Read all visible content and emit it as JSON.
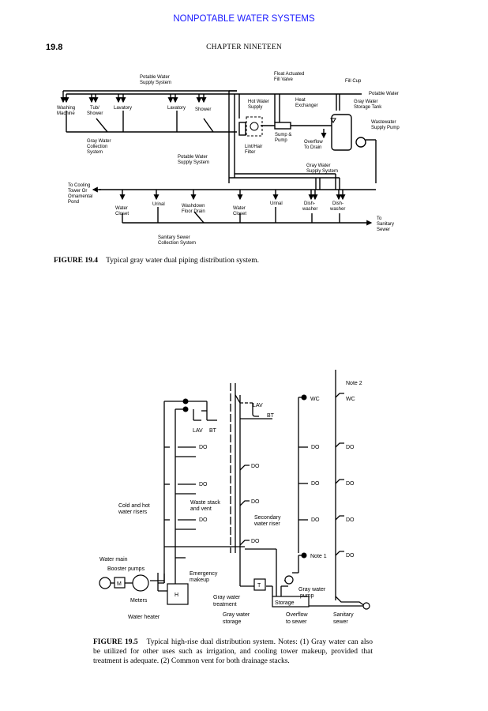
{
  "header": {
    "running_head": "NONPOTABLE WATER SYSTEMS",
    "page_number": "19.8",
    "chapter": "CHAPTER NINETEEN"
  },
  "figure_19_4": {
    "labels": {
      "potable_supply_top_1": "Potable Water",
      "potable_supply_top_2": "Supply System",
      "float_valve_1": "Float Actuated",
      "float_valve_2": "Fill Valve",
      "fill_cup": "Fill Cup",
      "potable_water": "Potable Water",
      "washing_machine_1": "Washing",
      "washing_machine_2": "Machine",
      "tub_shower_1": "Tub/",
      "tub_shower_2": "Shower",
      "lavatory_1": "Lavatory",
      "lavatory_2": "Lavatory",
      "shower": "Shower",
      "hot_water_1": "Hot Water",
      "hot_water_2": "Supply",
      "heat_exchanger_1": "Heat",
      "heat_exchanger_2": "Exchanger",
      "storage_tank_1": "Gray Water",
      "storage_tank_2": "Storage Tank",
      "wastewater_pump_1": "Wastewater",
      "wastewater_pump_2": "Supply Pump",
      "sump_pump_1": "Sump &",
      "sump_pump_2": "Pump",
      "overflow_1": "Overflow",
      "overflow_2": "To Drain",
      "lint_filter_1": "Lint/Hair",
      "lint_filter_2": "Filter",
      "gray_collection_1": "Gray Water",
      "gray_collection_2": "Collection",
      "gray_collection_3": "System",
      "potable_supply_mid_1": "Potable Water",
      "potable_supply_mid_2": "Supply System",
      "gray_supply_1": "Gray Water",
      "gray_supply_2": "Supply System",
      "cooling_tower_1": "To Cooling",
      "cooling_tower_2": "Tower Or",
      "cooling_tower_3": "Ornamental",
      "cooling_tower_4": "Pond",
      "water_closet_a_1": "Water",
      "water_closet_a_2": "Closet",
      "urinal_a": "Urinal",
      "floor_drain_1": "Washdown",
      "floor_drain_2": "Floor Drain",
      "water_closet_b_1": "Water",
      "water_closet_b_2": "Closet",
      "urinal_b": "Urinal",
      "dishwasher_a_1": "Dish-",
      "dishwasher_a_2": "washer",
      "dishwasher_b_1": "Dish-",
      "dishwasher_b_2": "washer",
      "sanitary_sewer_1": "To",
      "sanitary_sewer_2": "Sanitary",
      "sanitary_sewer_3": "Sewer",
      "sewer_collection_1": "Sanitary Sewer",
      "sewer_collection_2": "Collection System"
    },
    "caption_label": "FIGURE 19.4",
    "caption_text": "Typical gray water dual piping distribution system."
  },
  "figure_19_5": {
    "labels": {
      "note2": "Note 2",
      "lav_top": "LAV",
      "bt_top": "BT",
      "lav_left": "LAV",
      "bt_left": "BT",
      "wc_1": "WC",
      "wc_2": "WC",
      "do": "DO",
      "waste_stack_1": "Waste stack",
      "waste_stack_2": "and vent",
      "risers_1": "Cold and hot",
      "risers_2": "water risers",
      "secondary_riser_1": "Secondary",
      "secondary_riser_2": "water riser",
      "note1": "Note 1",
      "water_main": "Water main",
      "booster_pumps": "Booster pumps",
      "meter_box": "M",
      "meters": "Meters",
      "heater_box": "H",
      "water_heater": "Water heater",
      "emergency_1": "Emergency",
      "emergency_2": "makeup",
      "treatment_box": "T",
      "treatment_1": "Gray water",
      "treatment_2": "treatment",
      "storage_box": "Storage",
      "storage_1": "Gray water",
      "storage_2": "storage",
      "gw_pump_1": "Gray water",
      "gw_pump_2": "pump",
      "overflow_1": "Overflow",
      "overflow_2": "to sewer",
      "sanitary_1": "Sanitary",
      "sanitary_2": "sewer"
    },
    "caption_label": "FIGURE 19.5",
    "caption_text": "Typical high-rise dual distribution system. Notes: (1) Gray water can also be utilized for other uses such as irrigation, and cooling tower makeup, provided that treatment is adequate. (2) Common vent for both drainage stacks."
  }
}
